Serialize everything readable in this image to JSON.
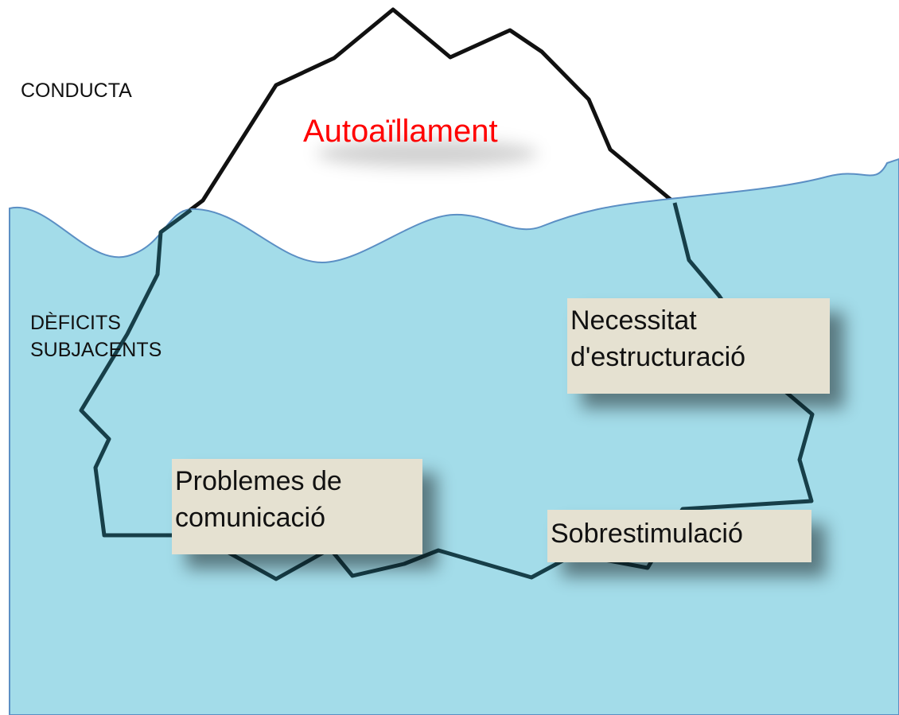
{
  "labels": {
    "surface": "CONDUCTA",
    "underlying": [
      "DÈFICITS",
      "SUBJACENTS"
    ]
  },
  "behavior": {
    "text": "Autoaïllament",
    "color": "#ff0000"
  },
  "deficits": [
    {
      "lines": [
        "Necessitat",
        "d'estructuració"
      ]
    },
    {
      "lines": [
        "Problemes de",
        "comunicació"
      ]
    },
    {
      "lines": [
        "Sobrestimulació"
      ]
    }
  ],
  "colors": {
    "water_fill": "#a3dce9",
    "water_line": "#5b8fc4",
    "iceberg_outline_above": "#111111",
    "iceberg_outline_below": "#173f49",
    "box_fill": "#e5e1d1"
  }
}
